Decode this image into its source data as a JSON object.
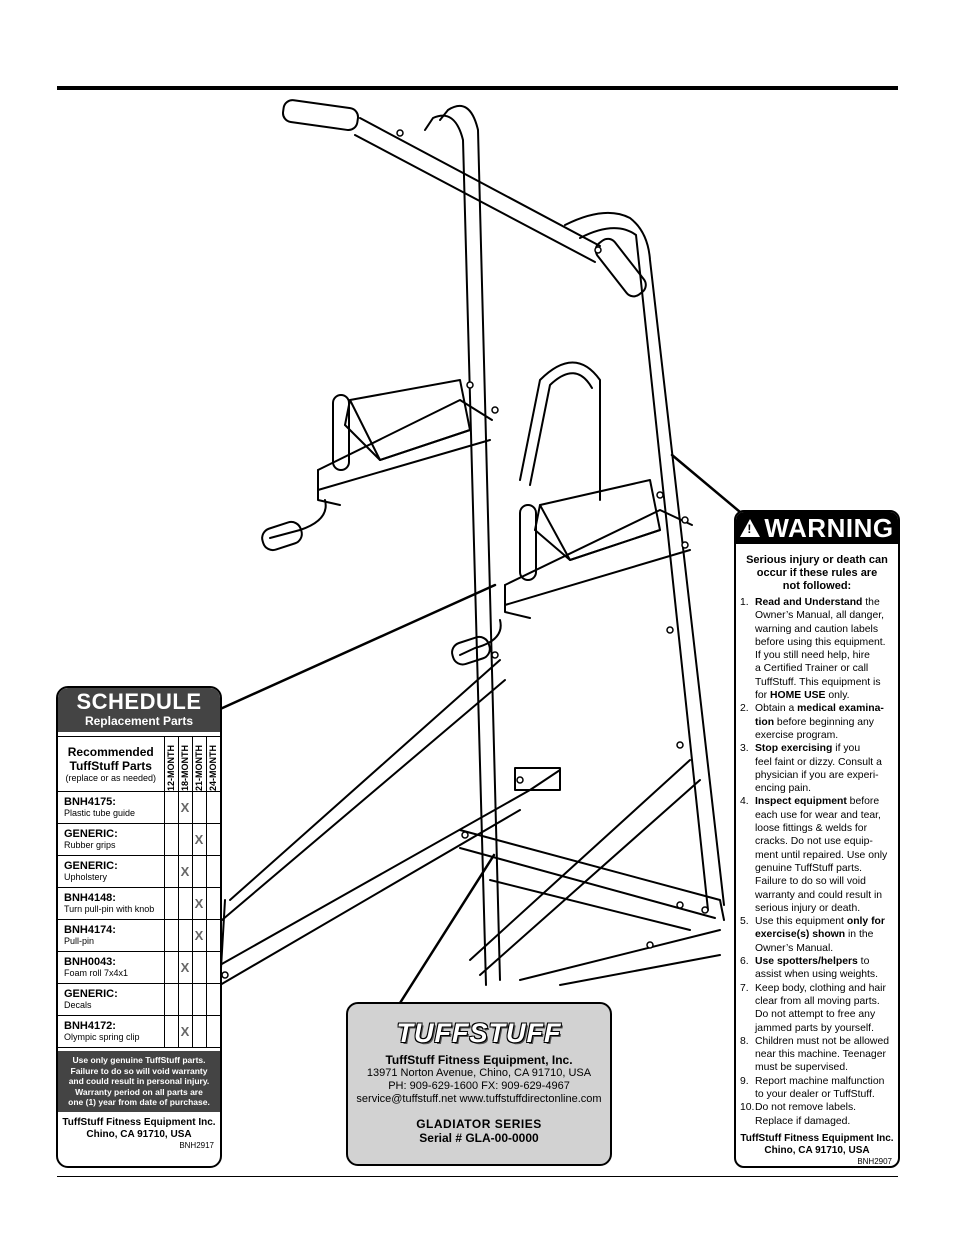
{
  "schedule": {
    "title": "SCHEDULE",
    "subtitle": "Replacement Parts",
    "header": {
      "recommended": "Recommended TuffStuff Parts",
      "note": "(replace or as needed)",
      "months": [
        "12-MONTH",
        "18-MONTH",
        "21-MONTH",
        "24-MONTH"
      ]
    },
    "parts": [
      {
        "code": "BNH4175:",
        "name": "Plastic tube guide",
        "marks": [
          "",
          "X",
          "",
          ""
        ]
      },
      {
        "code": "GENERIC:",
        "name": "Rubber grips",
        "marks": [
          "",
          "",
          "X",
          ""
        ]
      },
      {
        "code": "GENERIC:",
        "name": "Upholstery",
        "marks": [
          "",
          "X",
          "",
          ""
        ]
      },
      {
        "code": "BNH4148:",
        "name": "Turn pull-pin with knob",
        "marks": [
          "",
          "",
          "X",
          ""
        ]
      },
      {
        "code": "BNH4174:",
        "name": "Pull-pin",
        "marks": [
          "",
          "",
          "X",
          ""
        ]
      },
      {
        "code": "BNH0043:",
        "name": "Foam roll 7x4x1",
        "marks": [
          "",
          "X",
          "",
          ""
        ]
      },
      {
        "code": "GENERIC:",
        "name": "Decals",
        "marks": [
          "",
          "",
          "",
          ""
        ]
      },
      {
        "code": "BNH4172:",
        "name": "Olympic spring clip",
        "marks": [
          "",
          "X",
          "",
          ""
        ]
      }
    ],
    "warning_lines": [
      "Use only genuine TuffStuff parts.",
      "Failure to do so will void warranty",
      "and could result in personal injury.",
      "Warranty period on all parts are",
      "one (1) year from date of purchase."
    ],
    "footer_lines": [
      "TuffStuff Fitness Equipment Inc.",
      "Chino, CA 91710, USA"
    ],
    "code": "BNH2917"
  },
  "warning": {
    "title": "WARNING",
    "icon": "!",
    "intro_lines": [
      "Serious injury or death can",
      "occur if these rules are",
      "not followed:"
    ],
    "items": [
      {
        "num": "1.",
        "lines": [
          [
            {
              "b": "Read and Understand"
            },
            {
              "t": " the"
            }
          ],
          [
            {
              "t": "Owner’s Manual, all danger,"
            }
          ],
          [
            {
              "t": "warning and caution labels"
            }
          ],
          [
            {
              "t": "before using this equipment."
            }
          ],
          [
            {
              "t": "If you still need help, hire"
            }
          ],
          [
            {
              "t": "a Certified Trainer or call"
            }
          ],
          [
            {
              "t": "TuffStuff. This equipment is"
            }
          ],
          [
            {
              "t": "for "
            },
            {
              "b": "HOME USE"
            },
            {
              "t": " only."
            }
          ]
        ]
      },
      {
        "num": "2.",
        "lines": [
          [
            {
              "t": "Obtain a "
            },
            {
              "b": "medical examina-"
            }
          ],
          [
            {
              "b": "tion"
            },
            {
              "t": " before beginning any"
            }
          ],
          [
            {
              "t": "exercise program."
            }
          ]
        ]
      },
      {
        "num": "3.",
        "lines": [
          [
            {
              "b": "Stop exercising"
            },
            {
              "t": " if you"
            }
          ],
          [
            {
              "t": "feel faint or dizzy. Consult a"
            }
          ],
          [
            {
              "t": "physician if you are experi-"
            }
          ],
          [
            {
              "t": "encing pain."
            }
          ]
        ]
      },
      {
        "num": "4.",
        "lines": [
          [
            {
              "b": "Inspect equipment"
            },
            {
              "t": " before"
            }
          ],
          [
            {
              "t": "each use for wear and tear,"
            }
          ],
          [
            {
              "t": "loose fittings & welds for"
            }
          ],
          [
            {
              "t": "cracks. Do not use equip-"
            }
          ],
          [
            {
              "t": "ment until repaired. Use only"
            }
          ],
          [
            {
              "t": "genuine TuffStuff parts."
            }
          ],
          [
            {
              "t": "Failure to do so will void"
            }
          ],
          [
            {
              "t": "warranty and could result in"
            }
          ],
          [
            {
              "t": "serious injury or death."
            }
          ]
        ]
      },
      {
        "num": "5.",
        "lines": [
          [
            {
              "t": "Use this equipment "
            },
            {
              "b": "only for"
            }
          ],
          [
            {
              "b": "exercise(s) shown"
            },
            {
              "t": " in the"
            }
          ],
          [
            {
              "t": "Owner’s Manual."
            }
          ]
        ]
      },
      {
        "num": "6.",
        "lines": [
          [
            {
              "b": "Use spotters/helpers"
            },
            {
              "t": " to"
            }
          ],
          [
            {
              "t": "assist when using weights."
            }
          ]
        ]
      },
      {
        "num": "7.",
        "lines": [
          [
            {
              "t": "Keep body, clothing and hair"
            }
          ],
          [
            {
              "t": "clear from all moving parts."
            }
          ],
          [
            {
              "t": "Do not attempt to free any"
            }
          ],
          [
            {
              "t": "jammed parts by yourself."
            }
          ]
        ]
      },
      {
        "num": "8.",
        "lines": [
          [
            {
              "t": "Children must not be allowed"
            }
          ],
          [
            {
              "t": "near this machine. Teenager"
            }
          ],
          [
            {
              "t": "must be supervised."
            }
          ]
        ]
      },
      {
        "num": "9.",
        "lines": [
          [
            {
              "t": "Report machine malfunction"
            }
          ],
          [
            {
              "t": "to your dealer or TuffStuff."
            }
          ]
        ]
      },
      {
        "num": "10.",
        "lines": [
          [
            {
              "t": "Do not remove labels."
            }
          ],
          [
            {
              "t": "Replace if damaged."
            }
          ]
        ]
      }
    ],
    "footer_lines": [
      "TuffStuff Fitness Equipment Inc.",
      "Chino, CA 91710, USA"
    ],
    "code": "BNH2907"
  },
  "plate": {
    "logo": "TUFFSTUFF",
    "company": "TuffStuff Fitness Equipment, Inc.",
    "address": "13971 Norton Avenue, Chino, CA 91710, USA",
    "phone": "PH: 909-629-1600  FX: 909-629-4967",
    "web": "service@tuffstuff.net  www.tuffstuffdirectonline.com",
    "series": "GLADIATOR SERIES",
    "serial": "Serial # GLA-00-0000"
  }
}
